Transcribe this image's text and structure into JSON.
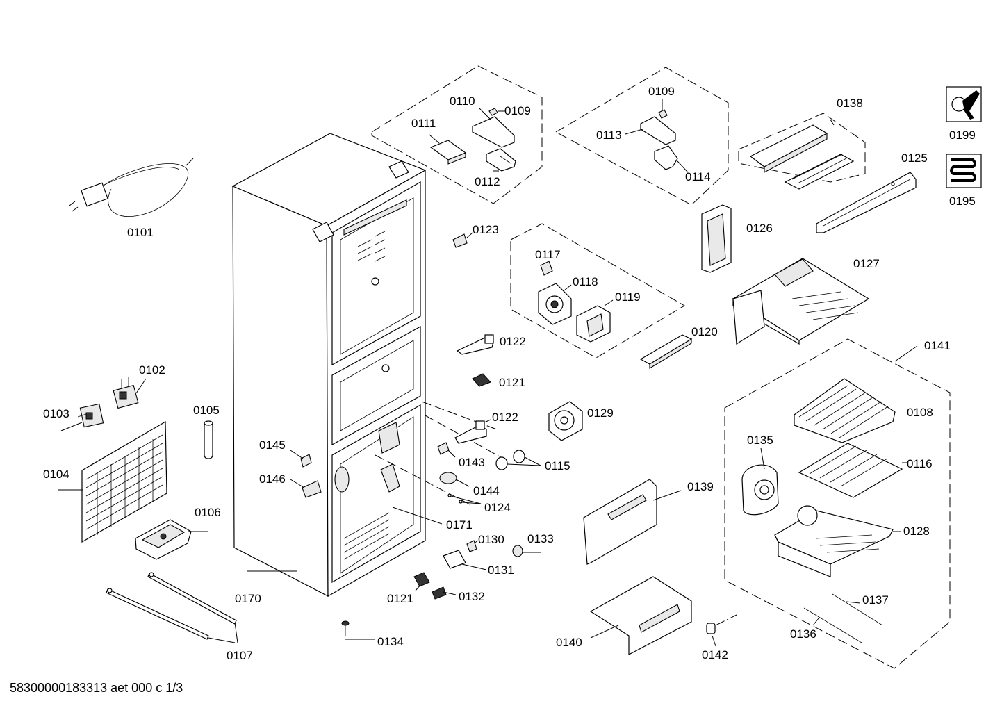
{
  "document_code": "58300000183313 aet 000 c 1/3",
  "callouts": [
    "0101",
    "0102",
    "0103",
    "0104",
    "0105",
    "0106",
    "0107",
    "0109",
    "0109",
    "0110",
    "0111",
    "0112",
    "0113",
    "0114",
    "0117",
    "0118",
    "0119",
    "0120",
    "0121",
    "0121",
    "0122",
    "0122",
    "0123",
    "0124",
    "0125",
    "0126",
    "0127",
    "0128",
    "0129",
    "0130",
    "0131",
    "0132",
    "0133",
    "0134",
    "0135",
    "0136",
    "0137",
    "0138",
    "0139",
    "0140",
    "0141",
    "0142",
    "0143",
    "0144",
    "0145",
    "0146",
    "0170",
    "0171",
    "0108",
    "0116",
    "0115",
    "0199",
    "0195"
  ]
}
